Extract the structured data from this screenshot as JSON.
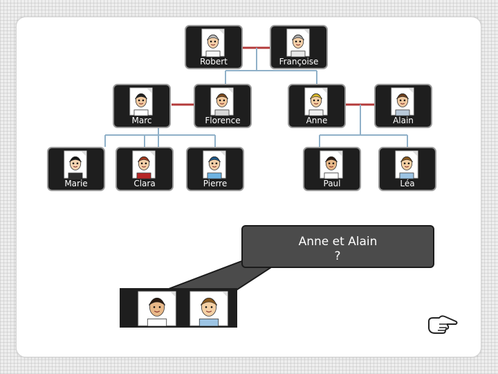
{
  "family": {
    "grandparents": [
      {
        "name": "Robert",
        "hair": "#b8b8b8",
        "skin": "#f3cfa8",
        "shirt": "#f7f7f7"
      },
      {
        "name": "Françoise",
        "hair": "#a9a9a9",
        "skin": "#f3cfa8",
        "shirt": "#e8e8e8"
      }
    ],
    "parents": [
      {
        "name": "Marc",
        "hair": "#222222",
        "skin": "#f0c9a0",
        "shirt": "#ffffff"
      },
      {
        "name": "Florence",
        "hair": "#7a4a1f",
        "skin": "#f2c89c",
        "shirt": "#d8d8d8"
      },
      {
        "name": "Anne",
        "hair": "#d8b72a",
        "skin": "#f4d0a4",
        "shirt": "#f0f0f0"
      },
      {
        "name": "Alain",
        "hair": "#6b3f1d",
        "skin": "#f0c9a0",
        "shirt": "#b9c9da"
      }
    ],
    "children": [
      {
        "name": "Marie",
        "hair": "#151515",
        "skin": "#f5d5b2",
        "shirt": "#2c2c2c"
      },
      {
        "name": "Clara",
        "hair": "#a23a1e",
        "skin": "#f3cfa8",
        "shirt": "#b62727"
      },
      {
        "name": "Pierre",
        "hair": "#1f5a8a",
        "skin": "#f3cfa8",
        "shirt": "#6fb3e2"
      },
      {
        "name": "Paul",
        "hair": "#2b1a10",
        "skin": "#e8b888",
        "shirt": "#ffffff"
      },
      {
        "name": "Léa",
        "hair": "#8a5a20",
        "skin": "#f4d0a4",
        "shirt": "#9cc4e4"
      }
    ]
  },
  "question": {
    "line1": "Anne et Alain",
    "line2": "?"
  },
  "couple": [
    {
      "hair": "#2b1a10",
      "skin": "#e8b888",
      "shirt": "#ffffff"
    },
    {
      "hair": "#8a5a20",
      "skin": "#f4d0a4",
      "shirt": "#9cc4e4"
    }
  ],
  "icons": {
    "next": "pointing-hand-icon"
  },
  "colors": {
    "couple_line": "#b33a3a",
    "child_line": "#8fb0c8",
    "card_bg": "#1e1e1e",
    "card_border": "#9a9a9a",
    "bubble": "#4b4b4b"
  }
}
